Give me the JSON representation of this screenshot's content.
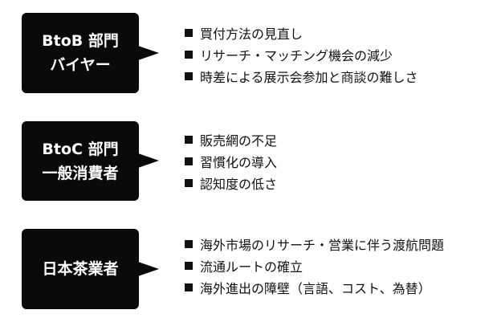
{
  "groups": [
    {
      "lines": [
        "BtoB 部門",
        "バイヤー"
      ],
      "items": [
        "買付方法の見直し",
        "リサーチ・マッチング機会の減少",
        "時差による展示会参加と商談の難しさ"
      ]
    },
    {
      "lines": [
        "BtoC 部門",
        "一般消費者"
      ],
      "items": [
        "販売網の不足",
        "習慣化の導入",
        "認知度の低さ"
      ]
    },
    {
      "lines": [
        "日本茶業者"
      ],
      "items": [
        "海外市場のリサーチ・営業に伴う渡航問題",
        "流通ルートの確立",
        "海外進出の障壁（言語、コスト、為替）"
      ]
    }
  ],
  "colors": {
    "box": "#0a0a0a",
    "box_text": "#ffffff",
    "text": "#111111"
  }
}
